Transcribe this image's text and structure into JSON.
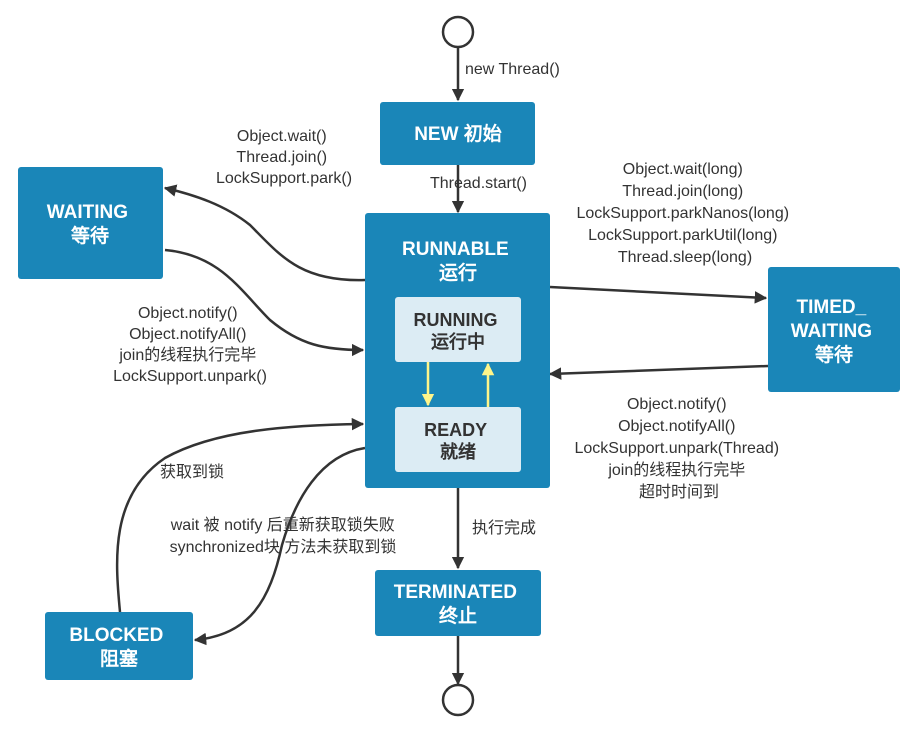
{
  "colors": {
    "state_box": "#1a86b8",
    "inner_box": "#dcecf4",
    "edge": "#333333",
    "inner_edge": "#fff58a"
  },
  "states": {
    "new": [
      "NEW 初始"
    ],
    "runnable": [
      "RUNNABLE",
      "运行"
    ],
    "running": [
      "RUNNING",
      "运行中"
    ],
    "ready": [
      "READY",
      "就绪"
    ],
    "waiting": [
      "WAITING",
      "等待"
    ],
    "timed_waiting": [
      "TIMED_",
      "WAITING",
      "等待"
    ],
    "blocked": [
      "BLOCKED",
      "阻塞"
    ],
    "terminated": [
      "TERMINATED",
      "终止"
    ]
  },
  "transitions": {
    "new_thread": [
      "new Thread()"
    ],
    "thread_start": [
      "Thread.start()"
    ],
    "to_waiting": [
      "Object.wait()",
      "Thread.join()",
      "LockSupport.park()"
    ],
    "from_waiting": [
      "Object.notify()",
      "Object.notifyAll()",
      "join的线程执行完毕",
      "LockSupport.unpark()"
    ],
    "to_timed_waiting": [
      "Object.wait(long)",
      "Thread.join(long)",
      "LockSupport.parkNanos(long)",
      "LockSupport.parkUtil(long)",
      "Thread.sleep(long)"
    ],
    "from_timed_waiting": [
      "Object.notify()",
      "Object.notifyAll()",
      "LockSupport.unpark(Thread)",
      "join的线程执行完毕",
      "超时时间到"
    ],
    "from_blocked": [
      "获取到锁"
    ],
    "to_blocked": [
      "wait 被 notify 后重新获取锁失败",
      "synchronized块/方法未获取到锁"
    ],
    "to_terminated": [
      "执行完成"
    ]
  }
}
